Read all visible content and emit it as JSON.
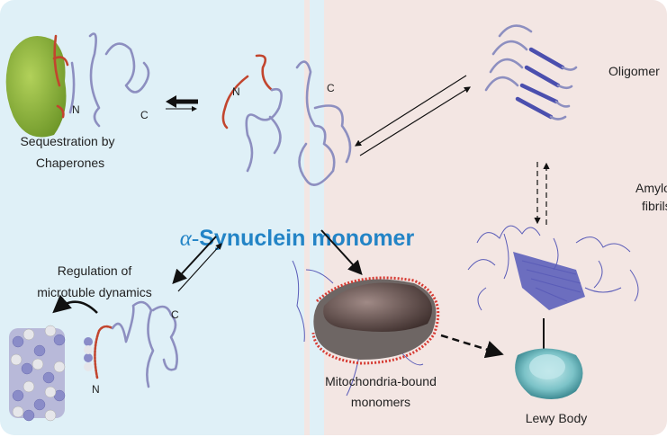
{
  "title": {
    "greek": "α-",
    "main": "Synuclein monomer"
  },
  "labels": {
    "sequestration": [
      "Sequestration by",
      "Chaperones"
    ],
    "oligomer": "Oligomer",
    "amyloid": [
      "Amyloi",
      "fibrils"
    ],
    "regulation": [
      "Regulation of",
      "microtuble dynamics"
    ],
    "mitochondria": [
      "Mitochondria-bound",
      "monomers"
    ],
    "lewy_body": "Lewy Body"
  },
  "termini": {
    "n": "N",
    "c": "C"
  },
  "colors": {
    "left_panel": "#dff0f7",
    "right_panel": "#f3e6e3",
    "title": "#2384c6",
    "chaperone": "#8fb33a",
    "n_terminal": "#c2452e",
    "protein": "#8d8fc0"
  }
}
